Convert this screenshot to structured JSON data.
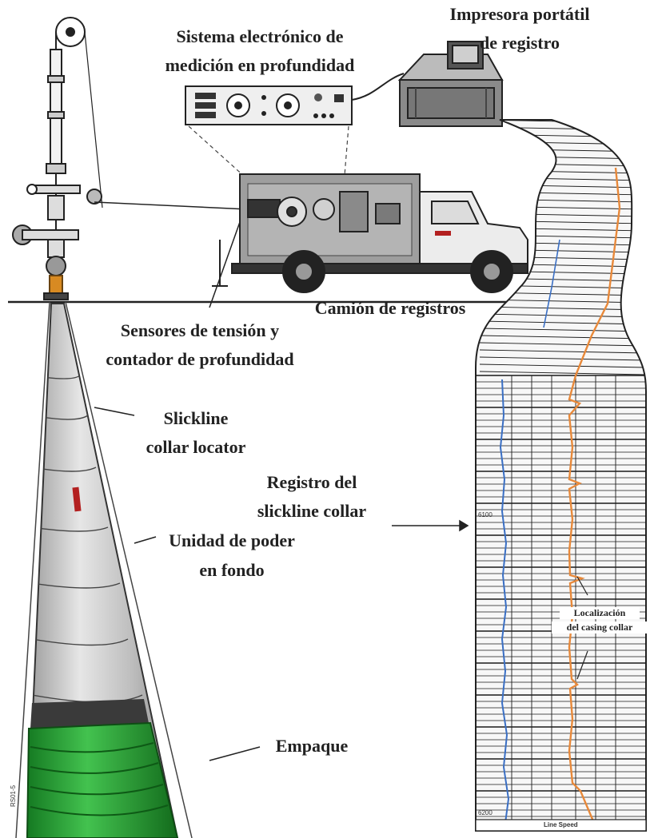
{
  "labels": {
    "printer_l1": "Impresora portátil",
    "printer_l2": "de registro",
    "system_l1": "Sistema electrónico de",
    "system_l2": "medición en profundidad",
    "truck": "Camión de registros",
    "sensors_l1": "Sensores de tensión y",
    "sensors_l2": "contador de profundidad",
    "locator_l1": "Slickline",
    "locator_l2": "collar locator",
    "log_l1": "Registro del",
    "log_l2": "slickline collar",
    "power_l1": "Unidad de poder",
    "power_l2": "en fondo",
    "packer": "Empaque",
    "casing_l1": "Localización",
    "casing_l2": "del casing collar",
    "depth_6100": "6100",
    "depth_6200": "6200",
    "footer": "Line Speed",
    "figure_id": "RS01-5"
  },
  "colors": {
    "ink": "#222222",
    "grid": "#1a1a1a",
    "trace_left": "#3a6fc4",
    "trace_right": "#e8893a",
    "tubing_gray": "#cfcfcf",
    "packer_green": "#2fa33a",
    "collar_red": "#b32020"
  }
}
